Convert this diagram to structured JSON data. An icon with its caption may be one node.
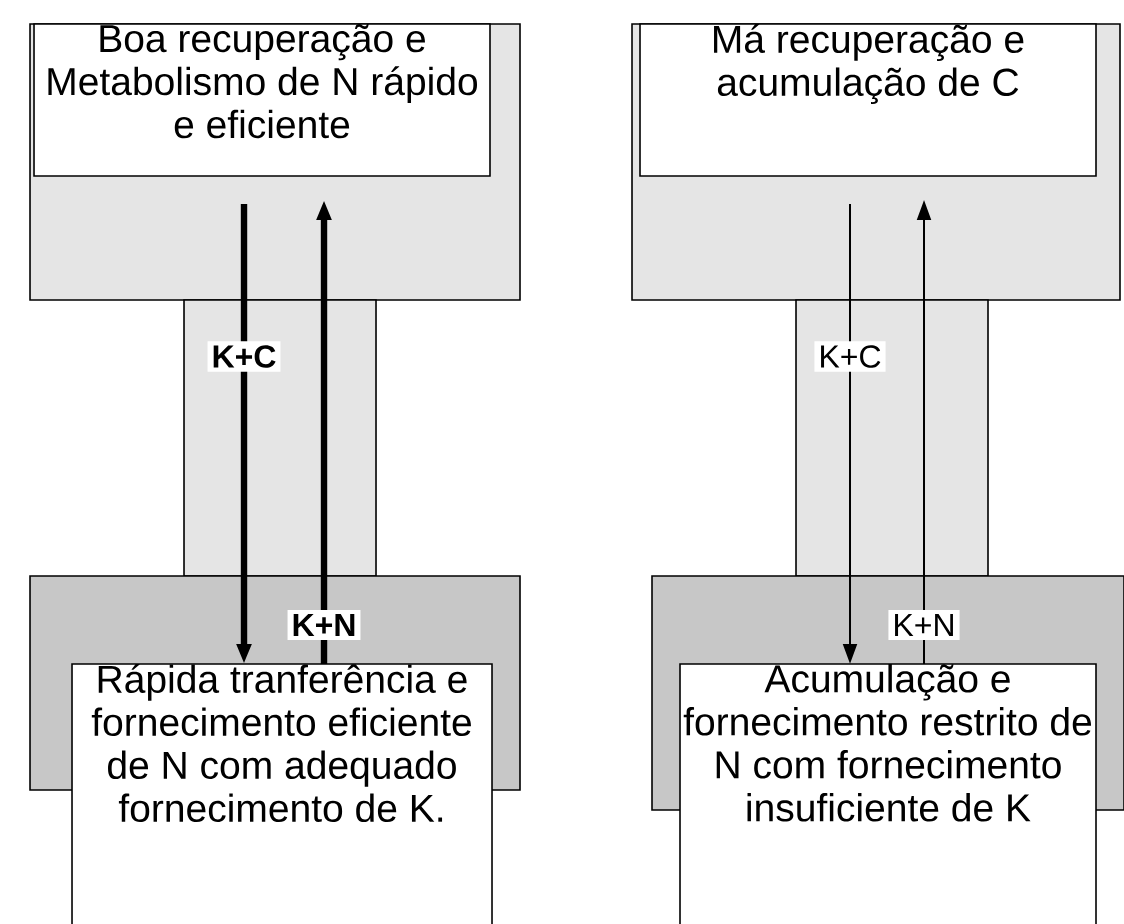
{
  "diagram": {
    "nodes": [
      {
        "text": [
          "Boa recuperação e Metabolismo de N rápido e eficiente"
        ]
      },
      {
        "text": [
          "Rápida tranferência e fornecimento eficiente de N com adequado fornecimento de K."
        ]
      },
      {
        "text": [
          "Má recuperação e acumulação de C"
        ]
      },
      {
        "text": [
          "Acumulação e fornecimento restrito de N com fornecimento insuficiente de K"
        ]
      }
    ],
    "edges": [
      {
        "from": 0,
        "to": 1,
        "arrow": "to",
        "label": "K+C",
        "style": "thick"
      },
      {
        "from": 1,
        "to": 0,
        "arrow": "to",
        "label": "K+N",
        "style": "thick"
      },
      {
        "from": 2,
        "to": 3,
        "arrow": "to",
        "label": "K+C"
      },
      {
        "from": 3,
        "to": 2,
        "arrow": "to",
        "label": "K+N"
      }
    ]
  }
}
